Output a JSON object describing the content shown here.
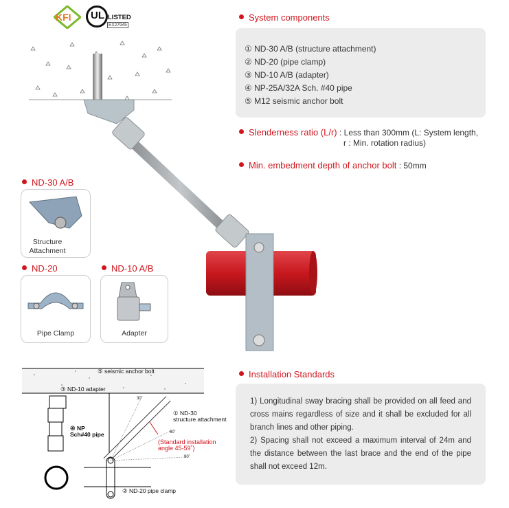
{
  "logos": {
    "kfi": "KFI",
    "ul": "UL",
    "ul_listed": "LISTED",
    "ul_code": "EX27945"
  },
  "system_components": {
    "title": "System components",
    "items": [
      "① ND-30 A/B (structure attachment)",
      "② ND-20 (pipe clamp)",
      "③ ND-10 A/B (adapter)",
      "④ NP-25A/32A Sch. #40 pipe",
      "⑤ M12 seismic anchor bolt"
    ]
  },
  "slenderness": {
    "label": "Slenderness ratio (L/r)",
    "sep": " : ",
    "value_line1": "Less than 300mm (L: System length,",
    "value_line2": "r : Min. rotation radius)"
  },
  "embedment": {
    "label": "Min. embedment depth of anchor bolt",
    "sep": " : ",
    "value": "50mm"
  },
  "products": [
    {
      "code": "ND-30 A/B",
      "caption_line1": "Structure",
      "caption_line2": "Attachment"
    },
    {
      "code": "ND-20",
      "caption_line1": "Pipe Clamp"
    },
    {
      "code": "ND-10 A/B",
      "caption_line1": "Adapter"
    }
  ],
  "diagram": {
    "anchor_bolt": "⑤ seismic anchor bolt",
    "adapter": "③ ND-10 adapter",
    "pipe_line1": "④ NP",
    "pipe_line2": "Sch#40 pipe",
    "attachment_line1": "① ND-30",
    "attachment_line2": "structure attachment",
    "angle_line1": "(Standard installation",
    "angle_line2": "angle 45-59˚)",
    "clamp": "② ND-20 pipe clamp",
    "deg30": "30˚",
    "deg60": "60˚",
    "deg90": "90˚"
  },
  "installation": {
    "title": "Installation Standards",
    "p1": "1) Longitudinal sway bracing shall be provided on all feed and cross mains regardless of size and it shall be excluded for all branch lines and other piping.",
    "p2": "2) Spacing shall not exceed a maximum interval of 24m and the distance between the last brace and the end of the pipe shall not exceed 12m."
  },
  "colors": {
    "accent": "#d0161e",
    "box": "#ececec",
    "kfi_orange": "#e8731c",
    "kfi_green": "#7ab929",
    "pipe_red": "#c8181e"
  }
}
